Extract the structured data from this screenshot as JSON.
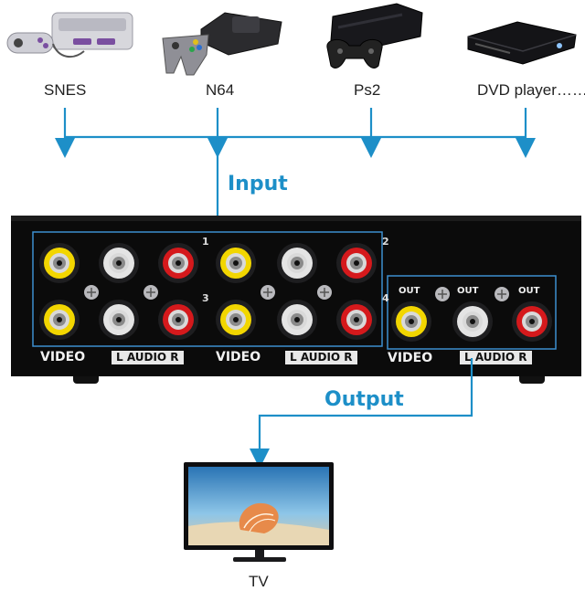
{
  "sources": [
    {
      "label": "SNES",
      "icon": "snes-console-icon"
    },
    {
      "label": "N64",
      "icon": "n64-console-icon"
    },
    {
      "label": "Ps2",
      "icon": "ps2-console-icon"
    },
    {
      "label": "DVD player……",
      "icon": "dvd-player-icon"
    }
  ],
  "flow": {
    "input_label": "Input",
    "output_label": "Output"
  },
  "switch": {
    "input_numbers": [
      "1",
      "2",
      "3",
      "4"
    ],
    "video_label": "VIDEO",
    "audio_label": "L  AUDIO  R",
    "out_label": "OUT",
    "port_colors": {
      "video": "#f2d600",
      "audio_left": "#e4e4e4",
      "audio_right": "#d5191c"
    }
  },
  "target": {
    "label": "TV",
    "icon": "tv-icon"
  },
  "colors": {
    "arrow": "#1d8fc8",
    "accent": "#1d8fc8"
  }
}
